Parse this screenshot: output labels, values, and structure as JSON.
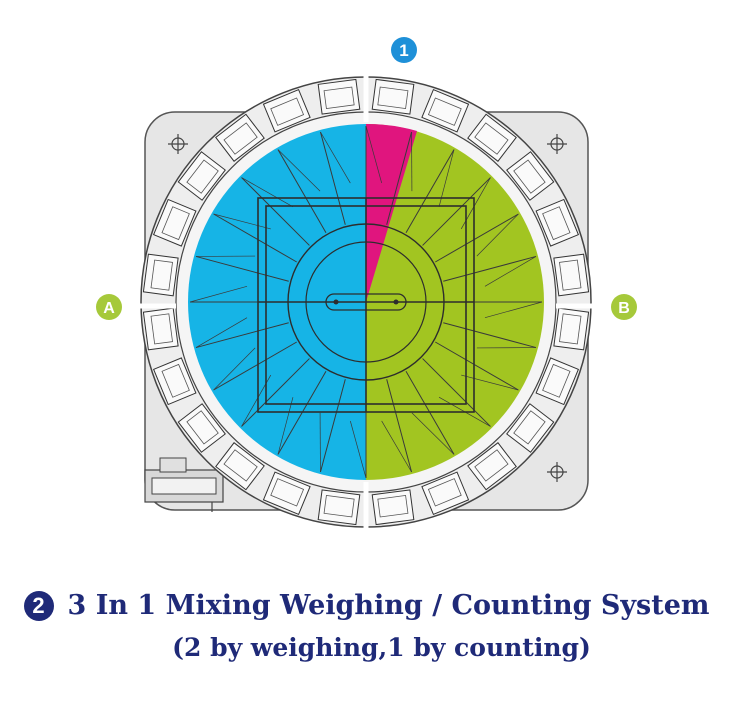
{
  "markers": {
    "top": {
      "label": "1",
      "color": "#1e90d8"
    },
    "left": {
      "label": "A",
      "color": "#a6c93a"
    },
    "right": {
      "label": "B",
      "color": "#a6c93a"
    }
  },
  "sections": {
    "left_color": "#16b4e6",
    "right_color": "#a2c521",
    "wedge_color": "#e0157e",
    "frame_color": "#e3e3e3",
    "line_color": "#3a3a3a"
  },
  "caption": {
    "number": "2",
    "title": "3 In 1 Mixing Weighing / Counting System",
    "subtitle": "(2 by weighing,1 by counting)",
    "color": "#1f2a78"
  }
}
